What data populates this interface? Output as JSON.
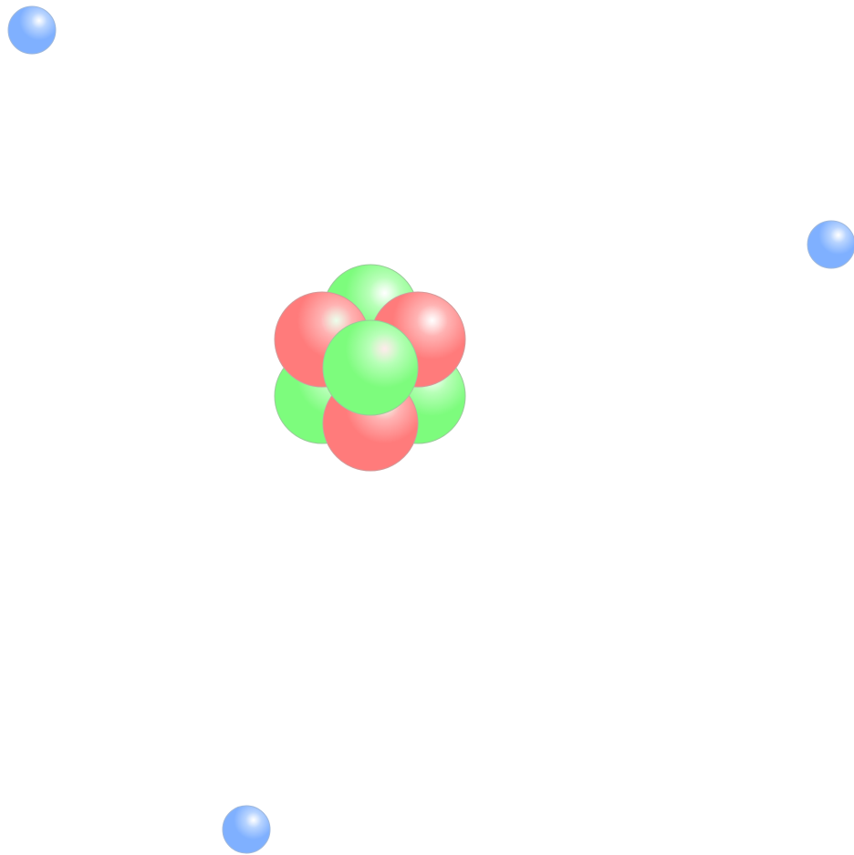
{
  "diagram": {
    "type": "atom-model",
    "nucleus": {
      "protons": 3,
      "neutrons": 4
    },
    "electrons": 3,
    "colors": {
      "proton": "#ff7b7b",
      "neutron": "#7dfc7d",
      "electron": "#7fb0ff",
      "background": "#ffffff"
    }
  }
}
